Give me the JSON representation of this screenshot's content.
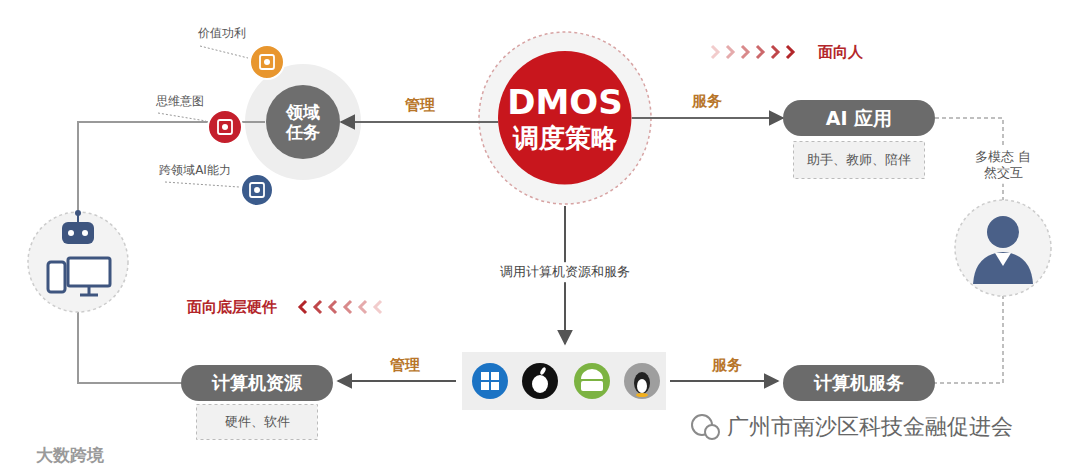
{
  "diagram": {
    "nodes": [
      {
        "text": [
          "DMOS",
          "调度策略"
        ]
      },
      {
        "text": [
          "领域任务"
        ]
      },
      {
        "text": [
          "价值功利"
        ]
      },
      {
        "text": [
          "思维意图"
        ]
      },
      {
        "text": [
          "跨领域AI能力"
        ]
      },
      {
        "text": [
          "AI 应用"
        ]
      },
      {
        "text": [
          "助手、教师、陪伴"
        ]
      },
      {
        "text": [
          "计算机资源"
        ]
      },
      {
        "text": [
          "硬件、软件"
        ]
      },
      {
        "text": [
          "计算机服务"
        ]
      }
    ],
    "edges": [
      {
        "from": 0,
        "to": 1,
        "label": "管理",
        "arrow": "to"
      },
      {
        "from": 0,
        "to": 5,
        "label": "服务",
        "arrow": "to"
      },
      {
        "from": 1,
        "to": 7,
        "arrow": "none"
      },
      {
        "from": 5,
        "to": 9,
        "label": "多模态 自然交互",
        "arrow": "none"
      }
    ],
    "labels": [
      "面向人",
      "面向底层硬件",
      "调用计算机资源和服务",
      "管理",
      "服务",
      "广州市南沙区科技金融促进会",
      "大数跨境"
    ]
  }
}
